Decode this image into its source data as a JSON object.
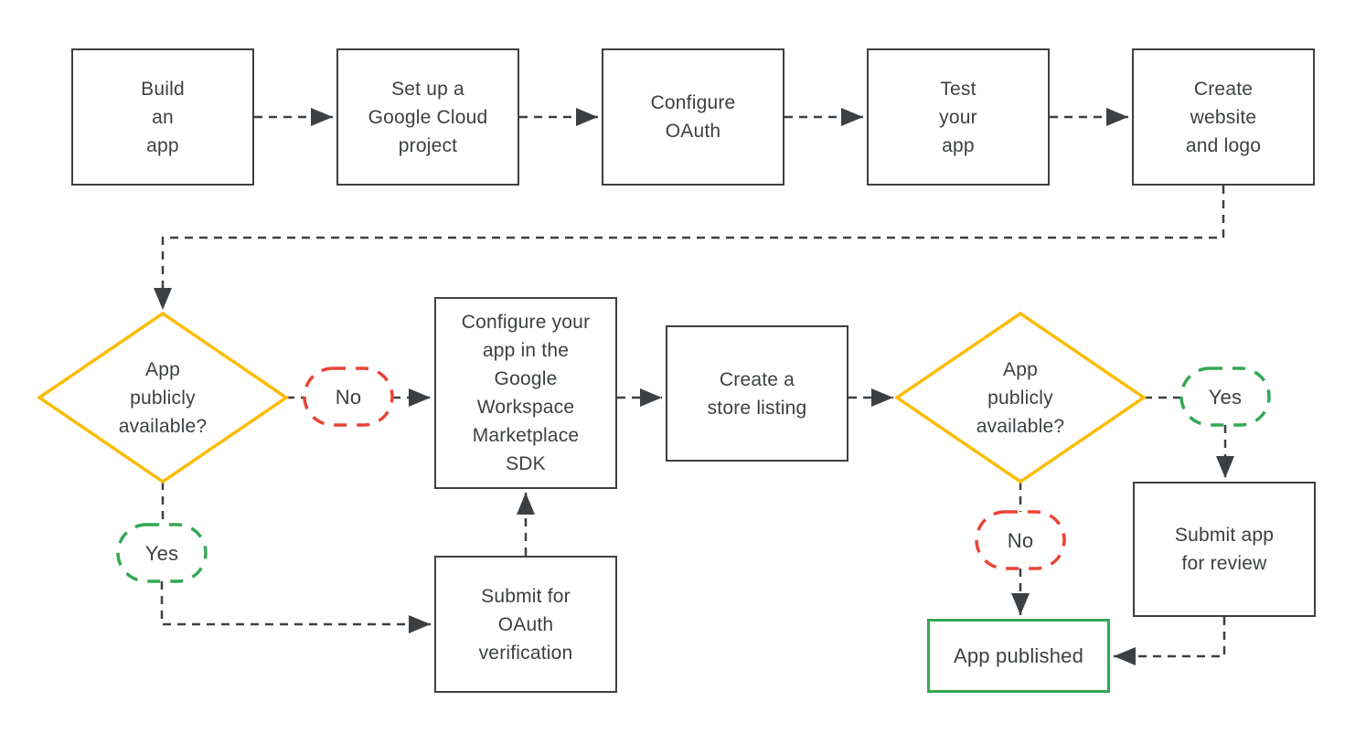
{
  "diagram": {
    "description": "Flowchart of publishing an app to the Google Workspace Marketplace",
    "colors": {
      "line": "#3c4043",
      "box_border": "#3c4043",
      "text": "#3c4043",
      "decision_border": "#fbbc04",
      "yes_border": "#34a853",
      "no_border": "#ea4335",
      "published_border": "#34a853",
      "background": "#ffffff"
    },
    "nodes": {
      "build_app": {
        "label": "Build\nan\napp"
      },
      "cloud_project": {
        "label": "Set up a\nGoogle Cloud\nproject"
      },
      "configure_oauth": {
        "label": "Configure\nOAuth"
      },
      "test_app": {
        "label": "Test\nyour\napp"
      },
      "create_website": {
        "label": "Create\nwebsite\nand logo"
      },
      "decision_left": {
        "label": "App\npublicly\navailable?"
      },
      "no_left": {
        "label": "No"
      },
      "yes_left": {
        "label": "Yes"
      },
      "sdk": {
        "label": "Configure your\napp in the\nGoogle\nWorkspace\nMarketplace\nSDK"
      },
      "store_listing": {
        "label": "Create a\nstore listing"
      },
      "decision_right": {
        "label": "App\npublicly\navailable?"
      },
      "yes_right": {
        "label": "Yes"
      },
      "no_right": {
        "label": "No"
      },
      "submit_review": {
        "label": "Submit app\nfor review"
      },
      "oauth_verification": {
        "label": "Submit for\nOAuth\nverification"
      },
      "app_published": {
        "label": "App published"
      }
    }
  }
}
